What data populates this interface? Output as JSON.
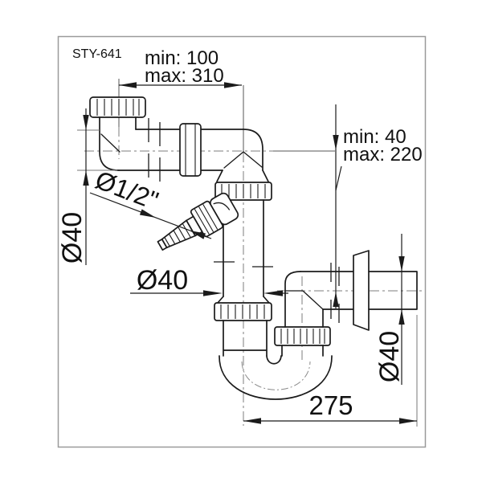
{
  "frame": {
    "model_label": "STY-641"
  },
  "dimensions": {
    "inlet_horizontal": {
      "min": "min: 100",
      "max": "max: 310"
    },
    "wall_vertical": {
      "min": "min: 40",
      "max": "max: 220"
    },
    "trap_width": "275",
    "inlet_diameter": "Ø40",
    "tube_diameter": "Ø40",
    "outlet_diameter": "Ø40",
    "hose_connector": "Ø1/2\""
  },
  "colors": {
    "line": "#1b1b1b",
    "centerline": "#7d7d7d",
    "frame": "#9a9a9a",
    "background": "#ffffff"
  }
}
